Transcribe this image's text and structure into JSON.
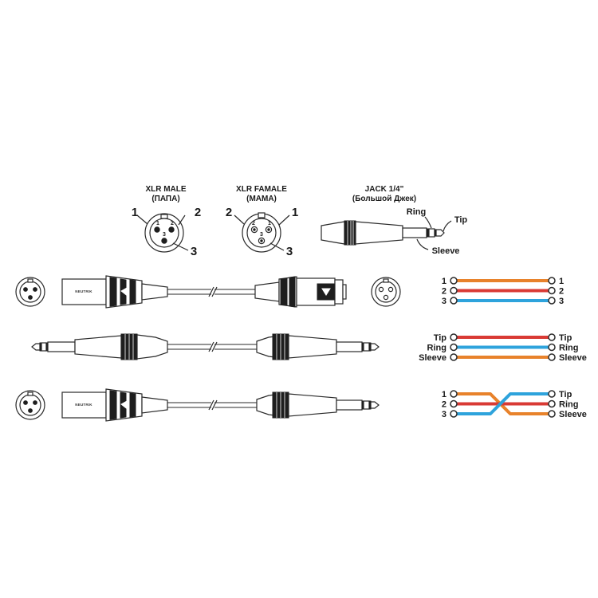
{
  "colors": {
    "orange": "#e8822b",
    "red": "#d93a34",
    "blue": "#2ea3dc",
    "outline": "#2a2a2a"
  },
  "header": {
    "xlr_male": {
      "title": "XLR MALE",
      "subtitle": "(ПАПА)",
      "pin1": "1",
      "pin2": "2",
      "pin3": "3"
    },
    "xlr_female": {
      "title": "XLR FAMALE",
      "subtitle": "(МАМА)",
      "pin1": "1",
      "pin2": "2",
      "pin3": "3"
    },
    "jack": {
      "title": "JACK 1/4\"",
      "subtitle": "(Большой Джек)",
      "tip": "Tip",
      "ring": "Ring",
      "sleeve": "Sleeve"
    }
  },
  "brand": "NEUTRIK",
  "cables": [
    {
      "name": "xlr-male-to-xlr-female",
      "left": [
        "1",
        "2",
        "3"
      ],
      "right": [
        "1",
        "2",
        "3"
      ],
      "wires": [
        "orange",
        "red",
        "blue"
      ],
      "cross": false
    },
    {
      "name": "jack-to-jack",
      "left": [
        "Tip",
        "Ring",
        "Sleeve"
      ],
      "right": [
        "Tip",
        "Ring",
        "Sleeve"
      ],
      "wires": [
        "red",
        "blue",
        "orange"
      ],
      "cross": false
    },
    {
      "name": "xlr-male-to-jack",
      "left": [
        "1",
        "2",
        "3"
      ],
      "right": [
        "Tip",
        "Ring",
        "Sleeve"
      ],
      "wires": [
        "orange",
        "red",
        "blue"
      ],
      "cross": true
    }
  ]
}
